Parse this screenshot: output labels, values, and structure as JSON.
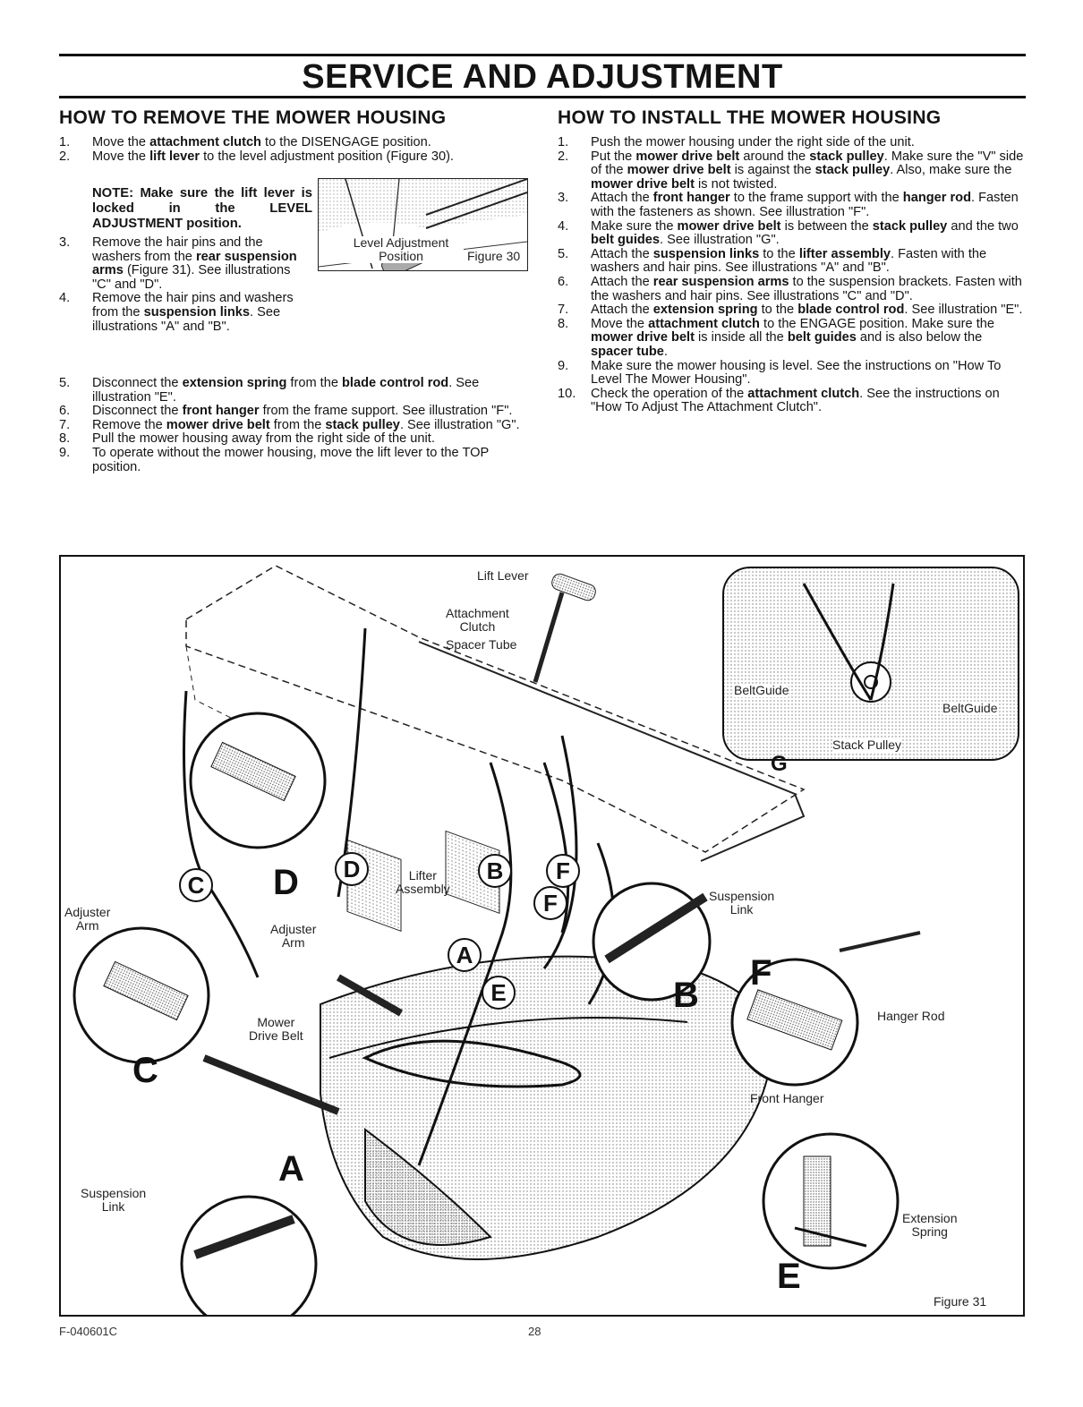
{
  "page_title": "SERVICE AND ADJUSTMENT",
  "remove_section": {
    "heading": "HOW TO REMOVE THE MOWER HOUSING",
    "step1": {
      "num": "1.",
      "a": "Move the ",
      "b": "attachment clutch",
      "c": " to the DISENGAGE position."
    },
    "step2": {
      "num": "2.",
      "a": "Move the ",
      "b": "lift lever",
      "c": " to the level adjustment position (Figure 30)."
    },
    "note": "NOTE: Make sure the lift lever is locked in the LEVEL ADJUSTMENT position.",
    "step3": {
      "num": "3.",
      "a": "Remove the hair pins and the washers from the ",
      "b": "rear suspension arms",
      "c": " (Figure 31). See illustrations \"C\" and \"D\"."
    },
    "step4": {
      "num": "4.",
      "a": "Remove the hair pins and washers from the ",
      "b": "suspension links",
      "c": ". See illustrations \"A\" and \"B\"."
    },
    "step5": {
      "num": "5.",
      "a": "Disconnect the ",
      "b": "extension spring",
      "c": " from the ",
      "d": "blade control rod",
      "e": ". See illustration \"E\"."
    },
    "step6": {
      "num": "6.",
      "a": "Disconnect the ",
      "b": "front hanger",
      "c": " from the frame support. See illustration \"F\"."
    },
    "step7": {
      "num": "7.",
      "a": "Remove the ",
      "b": "mower drive belt",
      "c": " from the ",
      "d": "stack pulley",
      "e": ". See illustration \"G\"."
    },
    "step8": {
      "num": "8.",
      "a": "Pull the mower housing away from the right side of the unit."
    },
    "step9": {
      "num": "9.",
      "a": "To operate without the mower housing, move the lift lever to the TOP position."
    }
  },
  "figure30": {
    "label": "Level Adjustment Position",
    "line1": "Level Adjustment",
    "line2": "Position",
    "caption": "Figure 30"
  },
  "install_section": {
    "heading": "HOW TO INSTALL THE MOWER HOUSING",
    "step1": {
      "num": "1.",
      "a": "Push the mower housing under the right side of the unit."
    },
    "step2": {
      "num": "2.",
      "a": "Put the ",
      "b": "mower drive belt",
      "c": " around the ",
      "d": "stack pulley",
      "e": ". Make sure the \"V\" side of the ",
      "f": "mower drive belt",
      "g": " is against the ",
      "h": "stack pulley",
      "i": ". Also, make sure the ",
      "j": "mower drive belt",
      "k": " is not twisted."
    },
    "step3": {
      "num": "3.",
      "a": "Attach the ",
      "b": "front hanger",
      "c": " to the frame support with the ",
      "d": "hanger rod",
      "e": ". Fasten with the fasteners as shown. See illustration \"F\"."
    },
    "step4": {
      "num": "4.",
      "a": "Make sure the ",
      "b": "mower drive belt",
      "c": " is between the ",
      "d": "stack pulley",
      "e": " and the two ",
      "f": "belt guides",
      "g": ". See illustration \"G\"."
    },
    "step5": {
      "num": "5.",
      "a": "Attach the ",
      "b": "suspension links",
      "c": " to the ",
      "d": "lifter assembly",
      "e": ". Fasten with the washers and hair pins. See illustrations \"A\" and \"B\"."
    },
    "step6": {
      "num": "6.",
      "a": "Attach the ",
      "b": "rear suspension arms",
      "c": " to the suspension brackets. Fasten with the washers and hair pins. See illustrations \"C\" and \"D\"."
    },
    "step7": {
      "num": "7.",
      "a": "Attach the ",
      "b": "extension spring",
      "c": " to the ",
      "d": "blade control rod",
      "e": ". See illustration \"E\"."
    },
    "step8": {
      "num": "8.",
      "a": "Move the ",
      "b": "attachment clutch",
      "c": " to the ENGAGE position. Make sure the ",
      "d": "mower drive belt",
      "e": " is inside all the ",
      "f": "belt guides",
      "g": " and is also below the ",
      "h": "spacer tube",
      "i": "."
    },
    "step9": {
      "num": "9.",
      "a": "Make sure the mower housing is level. See the instructions on \"How To Level The Mower Housing\"."
    },
    "step10": {
      "num": "10.",
      "a": "Check the operation of the ",
      "b": "attachment clutch",
      "c": ". See the instructions on \"How To Adjust The Attachment Clutch\"."
    }
  },
  "figure31": {
    "caption": "Figure 31",
    "labels": {
      "lift_lever": "Lift Lever",
      "attachment_clutch_1": "Attachment",
      "attachment_clutch_2": "Clutch",
      "spacer_tube": "Spacer Tube",
      "belt_guide_left": "BeltGuide",
      "belt_guide_right": "BeltGuide",
      "stack_pulley": "Stack Pulley",
      "lifter_1": "Lifter",
      "lifter_2": "Assembly",
      "adjuster_arm_left_1": "Adjuster",
      "adjuster_arm_left_2": "Arm",
      "adjuster_arm_mid_1": "Adjuster",
      "adjuster_arm_mid_2": "Arm",
      "suspension_link_right_1": "Suspension",
      "suspension_link_right_2": "Link",
      "suspension_link_left_1": "Suspension",
      "suspension_link_left_2": "Link",
      "mower_drive_belt_1": "Mower",
      "mower_drive_belt_2": "Drive Belt",
      "hanger_rod": "Hanger Rod",
      "front_hanger": "Front Hanger",
      "extension_spring_1": "Extension",
      "extension_spring_2": "Spring"
    },
    "callouts": {
      "A": "A",
      "B": "B",
      "C": "C",
      "D": "D",
      "E": "E",
      "F": "F",
      "G": "G"
    }
  },
  "footer": {
    "code": "F-040601C",
    "page": "28"
  }
}
